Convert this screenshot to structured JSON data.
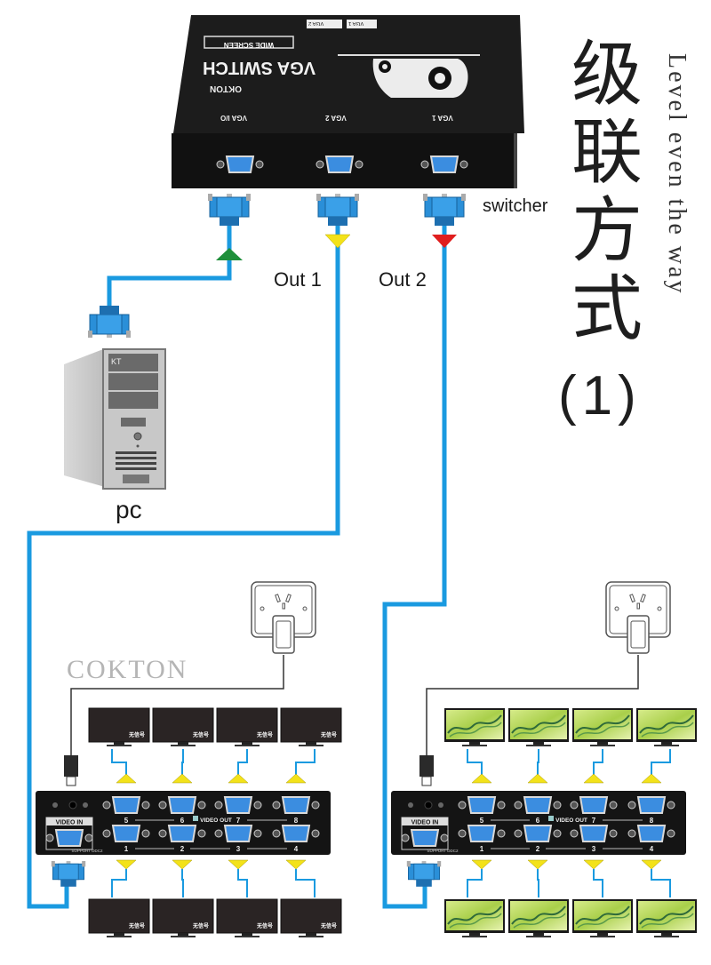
{
  "title": {
    "cjk_lines": [
      "级",
      "联",
      "方",
      "式"
    ],
    "english_vertical": "Level even the way",
    "number": "(1)"
  },
  "switch": {
    "product_name": "VGA SWITCH",
    "badge": "WIDE SCREEN",
    "brand": "OKTON",
    "ports": [
      "VGA I/O",
      "VGA 2",
      "VGA 1"
    ],
    "top_labels": [
      "VGA 2",
      "VGA 1"
    ],
    "label": "switcher"
  },
  "connections": {
    "out1": "Out 1",
    "out2": "Out 2",
    "pc_label": "pc",
    "pc_brand": "KT"
  },
  "watermark": "COKTON",
  "splitter": {
    "input_label": "VIDEO IN",
    "output_label": "VIDEO OUT",
    "ddc_label": "SUPPORT DDC2",
    "top_ports": [
      "5",
      "6",
      "7",
      "8"
    ],
    "bottom_ports": [
      "1",
      "2",
      "3",
      "4"
    ]
  },
  "monitors": {
    "no_signal_text": "无信号"
  },
  "colors": {
    "cable": "#1a9ae0",
    "input_arrow": "#1f8f3a",
    "out1_arrow": "#f3e21a",
    "out2_arrow": "#e01e1e",
    "device_body": "#141414",
    "vga_port": "#2a7fd6"
  }
}
